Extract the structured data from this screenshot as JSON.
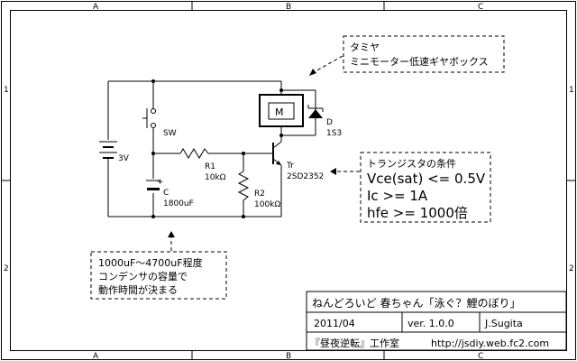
{
  "frame": {
    "col_labels": [
      "A",
      "B",
      "C"
    ],
    "row_labels": [
      "1",
      "2"
    ]
  },
  "callouts": {
    "motor_note": [
      "タミヤ",
      "ミニモーター低速ギヤボックス"
    ],
    "transistor_note": [
      "トランジスタの条件",
      "Vce(sat) <= 0.5V",
      "Ic >= 1A",
      "hfe >= 1000倍"
    ],
    "capacitor_note": [
      "1000uF～4700uF程度",
      "コンデンサの容量で",
      "動作時間が決まる"
    ]
  },
  "components": {
    "battery": {
      "label": "3V"
    },
    "switch": {
      "label": "SW"
    },
    "capacitor": {
      "ref": "C",
      "value": "1800uF",
      "polarity": "+"
    },
    "r1": {
      "ref": "R1",
      "value": "10kΩ"
    },
    "r2": {
      "ref": "R2",
      "value": "100kΩ"
    },
    "motor": {
      "symbol": "M"
    },
    "diode": {
      "ref": "D",
      "value": "1S3"
    },
    "transistor": {
      "ref": "Tr",
      "value": "2SD2352"
    }
  },
  "title_block": {
    "title": "ねんどろいど 春ちゃん「泳ぐ？鯉のぼり」",
    "date": "2011/04",
    "version": "ver. 1.0.0",
    "author": "J.Sugita",
    "org": "『昼夜逆転』工作室",
    "url": "http://jsdiy.web.fc2.com"
  }
}
